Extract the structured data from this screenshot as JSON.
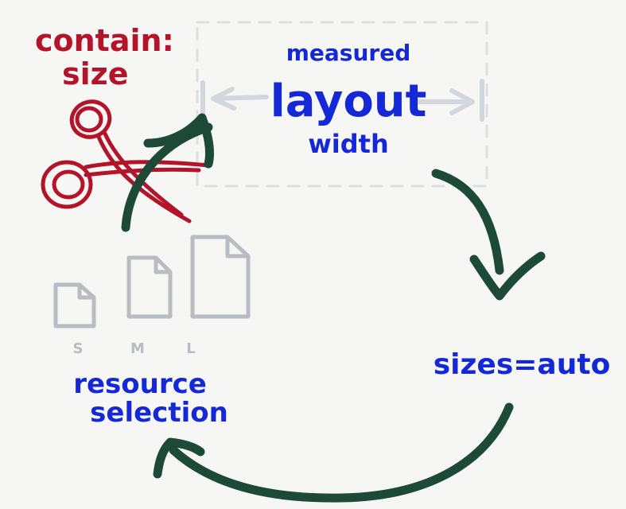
{
  "colors": {
    "background": "#f6f6f4",
    "red_ink": "#b3142a",
    "blue_ink": "#1428d8",
    "green_ink": "#1c4a36",
    "gray_ink": "#b9bcc0",
    "dash_gray": "#d9dbde"
  },
  "icons": {
    "scissors": "scissors-icon",
    "document": "document-icon",
    "arrow": "curved-arrow-icon"
  },
  "labels": {
    "contain_line1": "contain:",
    "contain_line2": "size",
    "measured_line1": "measured",
    "measured_line2": "layout",
    "measured_line3": "width",
    "sizes_auto": "sizes=auto",
    "resource_line1": "resource",
    "resource_line2": "selection",
    "size_s": "S",
    "size_m": "M",
    "size_l": "L"
  }
}
